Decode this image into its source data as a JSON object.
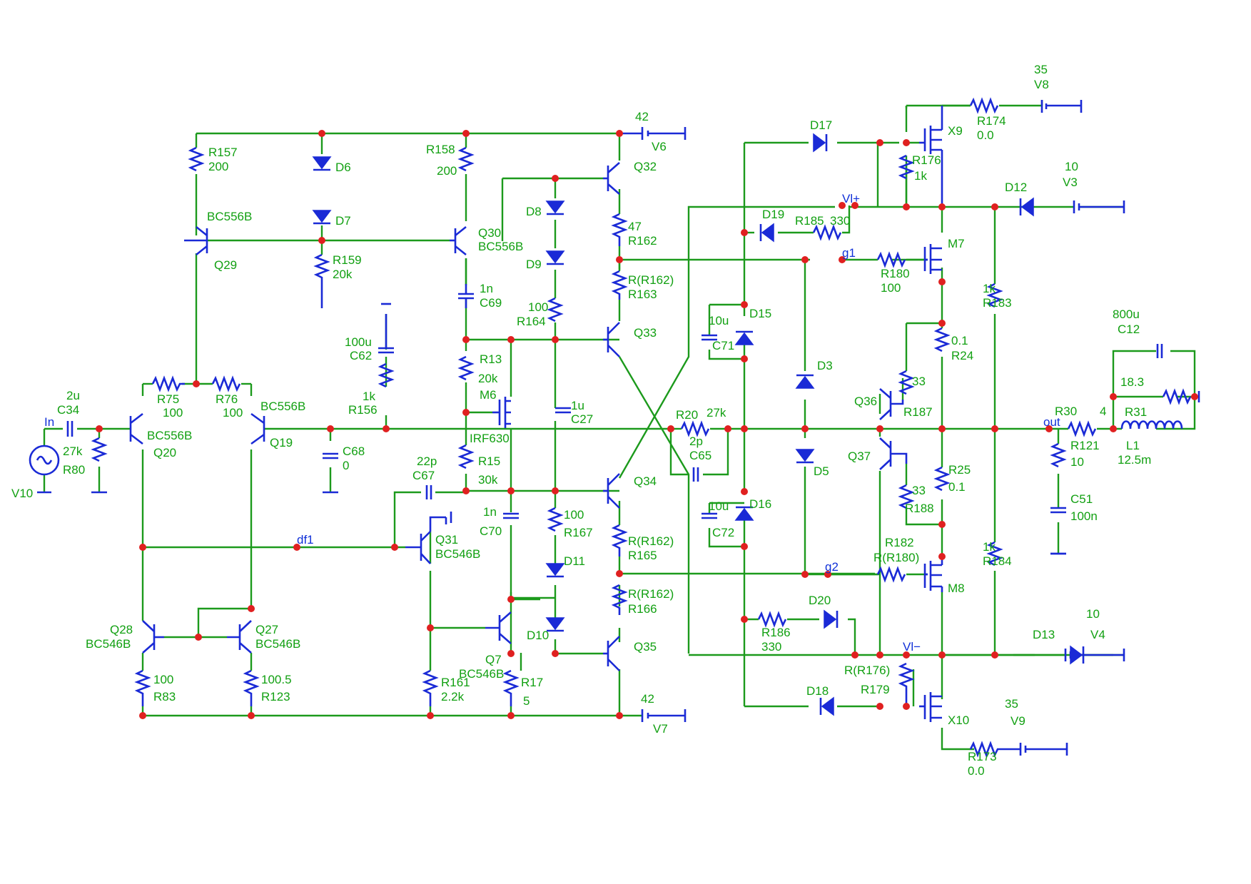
{
  "schematic": {
    "labels": [
      {
        "id": "R157",
        "text": "R157"
      },
      {
        "id": "R157v",
        "text": "200"
      },
      {
        "id": "D6",
        "text": "D6"
      },
      {
        "id": "D7",
        "text": "D7"
      },
      {
        "id": "R158",
        "text": "R158"
      },
      {
        "id": "R158v",
        "text": "200"
      },
      {
        "id": "V6v",
        "text": "42"
      },
      {
        "id": "V6",
        "text": "V6"
      },
      {
        "id": "Q32",
        "text": "Q32"
      },
      {
        "id": "BC556B_q29",
        "text": "BC556B"
      },
      {
        "id": "Q29",
        "text": "Q29"
      },
      {
        "id": "R159",
        "text": "R159"
      },
      {
        "id": "R159v",
        "text": "20k"
      },
      {
        "id": "Q30",
        "text": "Q30"
      },
      {
        "id": "Q30t",
        "text": "BC556B"
      },
      {
        "id": "D8",
        "text": "D8"
      },
      {
        "id": "D9",
        "text": "D9"
      },
      {
        "id": "R162v",
        "text": "47"
      },
      {
        "id": "R162",
        "text": "R162"
      },
      {
        "id": "R163v",
        "text": "R(R162)"
      },
      {
        "id": "R163",
        "text": "R163"
      },
      {
        "id": "C69v",
        "text": "1n"
      },
      {
        "id": "C69",
        "text": "C69"
      },
      {
        "id": "R164v",
        "text": "100"
      },
      {
        "id": "R164",
        "text": "R164"
      },
      {
        "id": "Q33",
        "text": "Q33"
      },
      {
        "id": "C62v",
        "text": "100u"
      },
      {
        "id": "C62",
        "text": "C62"
      },
      {
        "id": "R13",
        "text": "R13"
      },
      {
        "id": "R13v",
        "text": "20k"
      },
      {
        "id": "R156v",
        "text": "1k"
      },
      {
        "id": "R156",
        "text": "R156"
      },
      {
        "id": "M6",
        "text": "M6"
      },
      {
        "id": "C27v",
        "text": "1u"
      },
      {
        "id": "C27",
        "text": "C27"
      },
      {
        "id": "IRF630",
        "text": "IRF630"
      },
      {
        "id": "R75",
        "text": "R75"
      },
      {
        "id": "R75v",
        "text": "100"
      },
      {
        "id": "R76",
        "text": "R76"
      },
      {
        "id": "R76v",
        "text": "100"
      },
      {
        "id": "BC556B_q19",
        "text": "BC556B"
      },
      {
        "id": "Q19",
        "text": "Q19"
      },
      {
        "id": "BC556B_q20",
        "text": "BC556B"
      },
      {
        "id": "Q20",
        "text": "Q20"
      },
      {
        "id": "C34v",
        "text": "2u"
      },
      {
        "id": "C34",
        "text": "C34"
      },
      {
        "id": "In",
        "text": "In"
      },
      {
        "id": "R80v",
        "text": "27k"
      },
      {
        "id": "R80",
        "text": "R80"
      },
      {
        "id": "V10",
        "text": "V10"
      },
      {
        "id": "C68",
        "text": "C68"
      },
      {
        "id": "C68v",
        "text": "0"
      },
      {
        "id": "C67v",
        "text": "22p"
      },
      {
        "id": "C67",
        "text": "C67"
      },
      {
        "id": "R15",
        "text": "R15"
      },
      {
        "id": "R15v",
        "text": "30k"
      },
      {
        "id": "Q34",
        "text": "Q34"
      },
      {
        "id": "C70v",
        "text": "1n"
      },
      {
        "id": "C70",
        "text": "C70"
      },
      {
        "id": "R167v",
        "text": "100"
      },
      {
        "id": "R167",
        "text": "R167"
      },
      {
        "id": "R165v",
        "text": "R(R162)"
      },
      {
        "id": "R165",
        "text": "R165"
      },
      {
        "id": "Q31",
        "text": "Q31"
      },
      {
        "id": "Q31t",
        "text": "BC546B"
      },
      {
        "id": "df1",
        "text": "df1"
      },
      {
        "id": "D11",
        "text": "D11"
      },
      {
        "id": "R166v",
        "text": "R(R162)"
      },
      {
        "id": "R166",
        "text": "R166"
      },
      {
        "id": "Q28",
        "text": "Q28"
      },
      {
        "id": "Q28t",
        "text": "BC546B"
      },
      {
        "id": "Q27",
        "text": "Q27"
      },
      {
        "id": "Q27t",
        "text": "BC546B"
      },
      {
        "id": "Q7",
        "text": "Q7"
      },
      {
        "id": "Q7t",
        "text": "BC546B"
      },
      {
        "id": "D10",
        "text": "D10"
      },
      {
        "id": "Q35",
        "text": "Q35"
      },
      {
        "id": "R83v",
        "text": "100"
      },
      {
        "id": "R83",
        "text": "R83"
      },
      {
        "id": "R123v",
        "text": "100.5"
      },
      {
        "id": "R123",
        "text": "R123"
      },
      {
        "id": "R161",
        "text": "R161"
      },
      {
        "id": "R161v",
        "text": "2.2k"
      },
      {
        "id": "R17",
        "text": "R17"
      },
      {
        "id": "R17v",
        "text": "5"
      },
      {
        "id": "V7v",
        "text": "42"
      },
      {
        "id": "V7",
        "text": "V7"
      },
      {
        "id": "R20",
        "text": "R20"
      },
      {
        "id": "R20v",
        "text": "27k"
      },
      {
        "id": "C65v",
        "text": "2p"
      },
      {
        "id": "C65",
        "text": "C65"
      },
      {
        "id": "C71v",
        "text": "10u"
      },
      {
        "id": "C71",
        "text": "C71"
      },
      {
        "id": "D15",
        "text": "D15"
      },
      {
        "id": "C72v",
        "text": "10u"
      },
      {
        "id": "C72",
        "text": "C72"
      },
      {
        "id": "D16",
        "text": "D16"
      },
      {
        "id": "D17",
        "text": "D17"
      },
      {
        "id": "D19",
        "text": "D19"
      },
      {
        "id": "R185",
        "text": "R185"
      },
      {
        "id": "R185v",
        "text": "330"
      },
      {
        "id": "Vlp",
        "text": "Vl+"
      },
      {
        "id": "D3",
        "text": "D3"
      },
      {
        "id": "D5",
        "text": "D5"
      },
      {
        "id": "g1",
        "text": "g1"
      },
      {
        "id": "g2",
        "text": "g2"
      },
      {
        "id": "R180",
        "text": "R180"
      },
      {
        "id": "R180v",
        "text": "100"
      },
      {
        "id": "R182",
        "text": "R182"
      },
      {
        "id": "R182v",
        "text": "R(R180)"
      },
      {
        "id": "D20",
        "text": "D20"
      },
      {
        "id": "R186",
        "text": "R186"
      },
      {
        "id": "R186v",
        "text": "330"
      },
      {
        "id": "Vlm",
        "text": "Vl−"
      },
      {
        "id": "D18",
        "text": "D18"
      },
      {
        "id": "R179v",
        "text": "R(R176)"
      },
      {
        "id": "R179",
        "text": "R179"
      },
      {
        "id": "R176",
        "text": "R176"
      },
      {
        "id": "R176v",
        "text": "1k"
      },
      {
        "id": "X9",
        "text": "X9"
      },
      {
        "id": "R174",
        "text": "R174"
      },
      {
        "id": "R174v",
        "text": "0.0"
      },
      {
        "id": "V8v",
        "text": "35"
      },
      {
        "id": "V8",
        "text": "V8"
      },
      {
        "id": "M7",
        "text": "M7"
      },
      {
        "id": "D12",
        "text": "D12"
      },
      {
        "id": "V3v",
        "text": "10"
      },
      {
        "id": "V3",
        "text": "V3"
      },
      {
        "id": "R24v",
        "text": "0.1"
      },
      {
        "id": "R24",
        "text": "R24"
      },
      {
        "id": "R183v",
        "text": "1k"
      },
      {
        "id": "R183",
        "text": "R183"
      },
      {
        "id": "Q36",
        "text": "Q36"
      },
      {
        "id": "R187v",
        "text": "33"
      },
      {
        "id": "R187",
        "text": "R187"
      },
      {
        "id": "Q37",
        "text": "Q37"
      },
      {
        "id": "R188v",
        "text": "33"
      },
      {
        "id": "R188",
        "text": "R188"
      },
      {
        "id": "R25",
        "text": "R25"
      },
      {
        "id": "R25v",
        "text": "0.1"
      },
      {
        "id": "M8",
        "text": "M8"
      },
      {
        "id": "R184v",
        "text": "1k"
      },
      {
        "id": "R184",
        "text": "R184"
      },
      {
        "id": "D13",
        "text": "D13"
      },
      {
        "id": "V4v",
        "text": "10"
      },
      {
        "id": "V4",
        "text": "V4"
      },
      {
        "id": "X10",
        "text": "X10"
      },
      {
        "id": "R173",
        "text": "R173"
      },
      {
        "id": "R173v",
        "text": "0.0"
      },
      {
        "id": "V9v",
        "text": "35"
      },
      {
        "id": "V9",
        "text": "V9"
      },
      {
        "id": "C12v",
        "text": "800u"
      },
      {
        "id": "C12",
        "text": "C12"
      },
      {
        "id": "R31v",
        "text": "18.3"
      },
      {
        "id": "R31",
        "text": "R31"
      },
      {
        "id": "R30",
        "text": "R30"
      },
      {
        "id": "R30v",
        "text": "4"
      },
      {
        "id": "out",
        "text": "out"
      },
      {
        "id": "R121",
        "text": "R121"
      },
      {
        "id": "R121v",
        "text": "10"
      },
      {
        "id": "L1",
        "text": "L1"
      },
      {
        "id": "L1v",
        "text": "12.5m"
      },
      {
        "id": "C51",
        "text": "C51"
      },
      {
        "id": "C51v",
        "text": "100n"
      }
    ]
  },
  "colors": {
    "wire": "#1c9a1c",
    "component": "#1a2ad6",
    "node": "#e02020",
    "label": "#12a012"
  }
}
